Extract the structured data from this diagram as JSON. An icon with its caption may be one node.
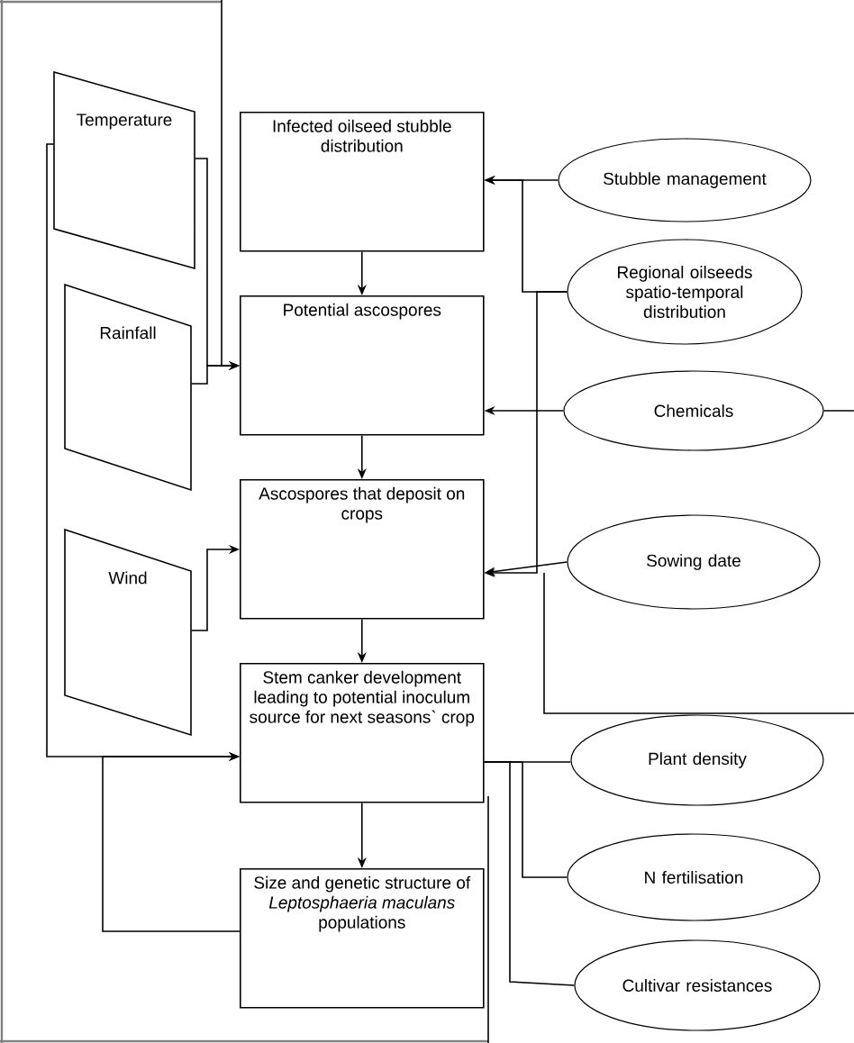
{
  "diagram": {
    "nodes": [
      {
        "text": [
          "Temperature"
        ]
      },
      {
        "text": [
          "Rainfall"
        ]
      },
      {
        "text": [
          "Wind"
        ]
      },
      {
        "text": [
          "Infected oilseed stubble distribution"
        ]
      },
      {
        "text": [
          "Potential ascospores"
        ]
      },
      {
        "text": [
          "Ascospores that deposit on crops"
        ]
      },
      {
        "text": [
          "Stem canker development leading to potential inoculum source for next seasons` crop"
        ]
      },
      {
        "text": [
          "Size and genetic structure of *Leptosphaeria maculans* populations"
        ]
      },
      {
        "text": [
          "Stubble management"
        ]
      },
      {
        "text": [
          "Regional oilseeds spatio-temporal distribution"
        ]
      },
      {
        "text": [
          "Chemicals"
        ]
      },
      {
        "text": [
          "Sowing date"
        ]
      },
      {
        "text": [
          "Plant density"
        ]
      },
      {
        "text": [
          "N fertilisation"
        ]
      },
      {
        "text": [
          "Cultivar resistances"
        ]
      }
    ],
    "edges": [
      {
        "from": 3,
        "to": 4,
        "arrow": "to"
      },
      {
        "from": 4,
        "to": 5,
        "arrow": "to"
      },
      {
        "from": 5,
        "to": 6,
        "arrow": "to"
      },
      {
        "from": 6,
        "to": 7,
        "arrow": "to"
      },
      {
        "from": 8,
        "to": 3,
        "arrow": "to"
      },
      {
        "from": 9,
        "to": 3,
        "arrow": "to"
      },
      {
        "from": 9,
        "to": 5,
        "arrow": "to"
      },
      {
        "from": 10,
        "to": 4,
        "arrow": "to"
      },
      {
        "from": 10,
        "to": null,
        "arrow": "none"
      },
      {
        "from": 11,
        "to": 5,
        "arrow": "to"
      },
      {
        "from": 0,
        "to": 4,
        "arrow": "to"
      },
      {
        "from": 1,
        "to": 4,
        "arrow": "to"
      },
      {
        "from": 2,
        "to": 5,
        "arrow": "to"
      },
      {
        "from": 0,
        "to": 6,
        "arrow": "to"
      },
      {
        "from": 7,
        "to": 6,
        "arrow": "to"
      },
      {
        "from": 12,
        "to": 6,
        "arrow": "none"
      },
      {
        "from": 13,
        "to": 6,
        "arrow": "none"
      },
      {
        "from": 14,
        "to": 6,
        "arrow": "none"
      }
    ]
  }
}
